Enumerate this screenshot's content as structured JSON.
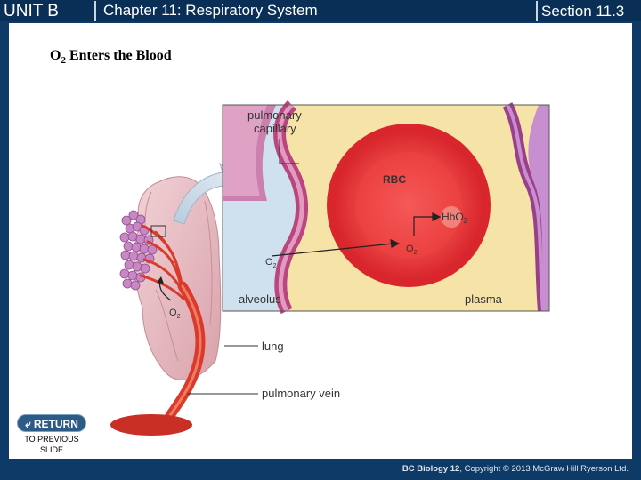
{
  "header": {
    "unit": "UNIT B",
    "chapter": "Chapter 11: Respiratory System",
    "section": "Section 11.3"
  },
  "slide": {
    "title_main": "O",
    "title_sub": "2",
    "title_rest": " Enters the Blood"
  },
  "figure": {
    "labels": {
      "pulmonary_capillary_1": "pulmonary",
      "pulmonary_capillary_2": "capillary",
      "rbc": "RBC",
      "hbo2_main": "HbO",
      "hbo2_sub": "2",
      "o2_cell_main": "O",
      "o2_cell_sub": "2",
      "o2_alv_main": "O",
      "o2_alv_sub": "2",
      "alveolus": "alveolus",
      "plasma": "plasma",
      "o2_lung_main": "O",
      "o2_lung_sub": "2",
      "lung": "lung",
      "pulmonary_vein": "pulmonary vein"
    },
    "colors": {
      "alveolus": "#cfe1ee",
      "capillary_wall": "#b9467f",
      "plasma": "#f5e3a8",
      "rbc": "#e8353a",
      "vein": "#d93a2b",
      "lung": "#e9c3c8"
    }
  },
  "return_button": {
    "label": "RETURN",
    "caption_line1": "TO PREVIOUS",
    "caption_line2": "SLIDE"
  },
  "footer": {
    "brand": "BC Biology 12",
    "copyright": ", Copyright © 2013 McGraw Hill Ryerson Ltd."
  }
}
